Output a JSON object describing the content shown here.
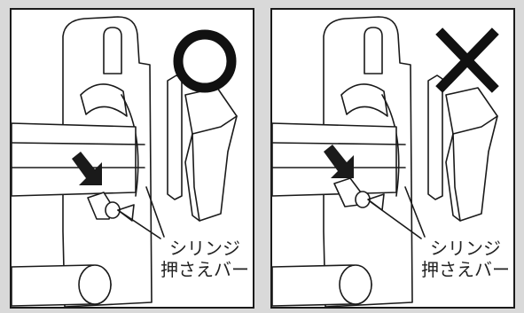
{
  "panels": [
    {
      "verdict": "correct",
      "verdict_symbol": "O",
      "label_line1": "シリンジ",
      "label_line2": "押さえバー"
    },
    {
      "verdict": "incorrect",
      "verdict_symbol": "X",
      "label_line1": "シリンジ",
      "label_line2": "押さえバー"
    }
  ]
}
